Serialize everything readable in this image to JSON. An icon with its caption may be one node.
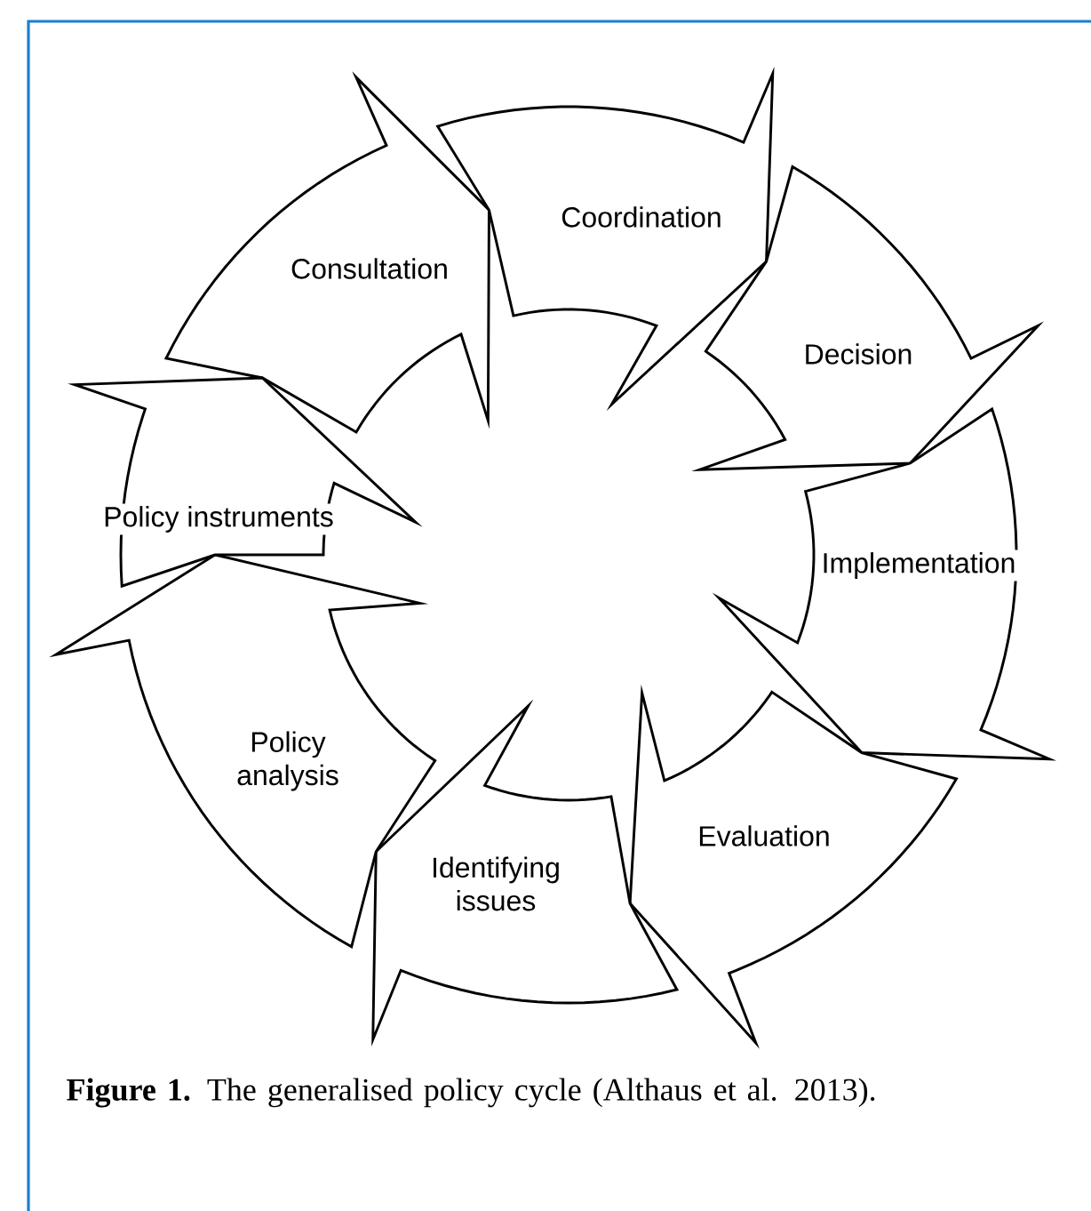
{
  "diagram": {
    "caption": "**Figure 1.** The generalised policy cycle (Althaus et al. 2013).",
    "nodes": [
      {
        "text": [
          "Consultation"
        ]
      },
      {
        "text": [
          "Coordination"
        ]
      },
      {
        "text": [
          "Decision"
        ]
      },
      {
        "text": [
          "Implementation"
        ]
      },
      {
        "text": [
          "Evaluation"
        ]
      },
      {
        "text": [
          "Identifying issues"
        ]
      },
      {
        "text": [
          "Policy analysis"
        ]
      },
      {
        "text": [
          "Policy instruments"
        ]
      }
    ]
  }
}
